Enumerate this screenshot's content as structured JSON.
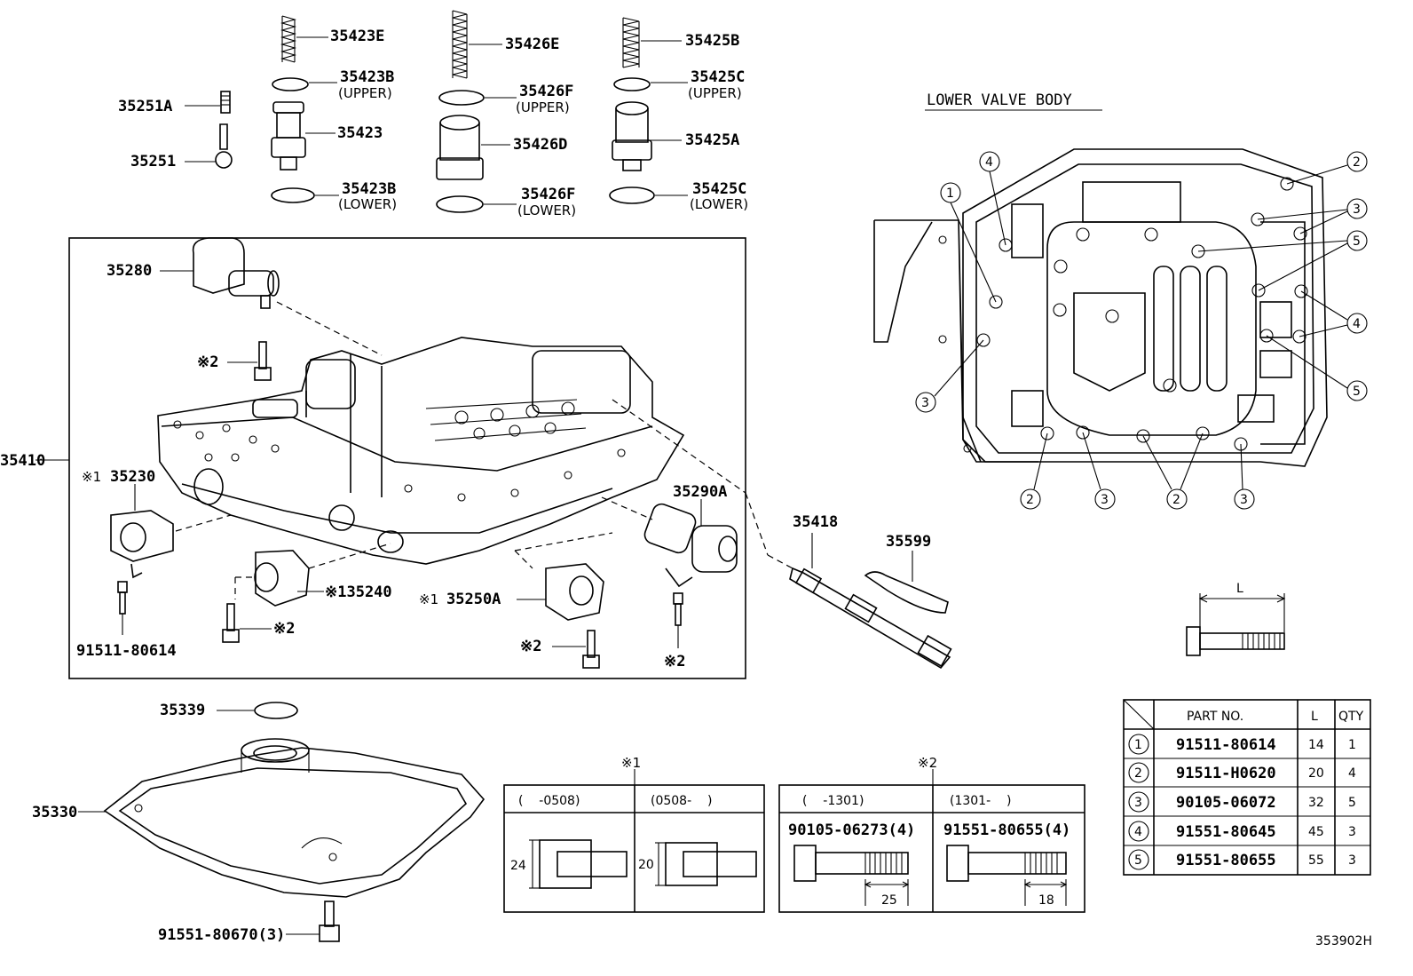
{
  "parts": {
    "p35423E": "35423E",
    "p35426E": "35426E",
    "p35425B": "35425B",
    "p35423B_up": "35423B",
    "p35423B_up_note": "(UPPER)",
    "p35426F_up": "35426F",
    "p35426F_up_note": "(UPPER)",
    "p35425C_up": "35425C",
    "p35425C_up_note": "(UPPER)",
    "p35251A": "35251A",
    "p35423": "35423",
    "p35426D": "35426D",
    "p35425A": "35425A",
    "p35251": "35251",
    "p35423B_lo": "35423B",
    "p35423B_lo_note": "(LOWER)",
    "p35426F_lo": "35426F",
    "p35426F_lo_note": "(LOWER)",
    "p35425C_lo": "35425C",
    "p35425C_lo_note": "(LOWER)",
    "p35280": "35280",
    "p35410": "35410",
    "p35230": "35230",
    "p35230_mark": "※1",
    "p35290A": "35290A",
    "p35418": "35418",
    "p35599": "35599",
    "p35240": "※135240",
    "p35250A": "35250A",
    "p35250A_mark": "※1",
    "p91511_80614": "91511-80614",
    "mark2a": "※2",
    "mark2b": "※2",
    "mark2c": "※2",
    "mark2d": "※2",
    "p35339": "35339",
    "p35330": "35330",
    "p91551_80670": "91551-80670(3)",
    "diagram_id": "353902H"
  },
  "lower_valve_body": {
    "title": "LOWER VALVE BODY",
    "callouts": [
      "1",
      "2",
      "3",
      "4",
      "5"
    ]
  },
  "dimension_label": "L",
  "note1": {
    "mark": "※1",
    "col1": "(    -0508)",
    "col2": "(0508-    )",
    "dim1": "24",
    "dim2": "20"
  },
  "note2": {
    "mark": "※2",
    "col1": "(    -1301)",
    "col2": "(1301-    )",
    "part1": "90105-06273(4)",
    "part2": "91551-80655(4)",
    "dim1": "25",
    "dim2": "18"
  },
  "bolt_table": {
    "headers": [
      "PART NO.",
      "L",
      "QTY"
    ],
    "rows": [
      {
        "key": "1",
        "part": "91511-80614",
        "l": "14",
        "qty": "1"
      },
      {
        "key": "2",
        "part": "91511-H0620",
        "l": "20",
        "qty": "4"
      },
      {
        "key": "3",
        "part": "90105-06072",
        "l": "32",
        "qty": "5"
      },
      {
        "key": "4",
        "part": "91551-80645",
        "l": "45",
        "qty": "3"
      },
      {
        "key": "5",
        "part": "91551-80655",
        "l": "55",
        "qty": "3"
      }
    ]
  }
}
